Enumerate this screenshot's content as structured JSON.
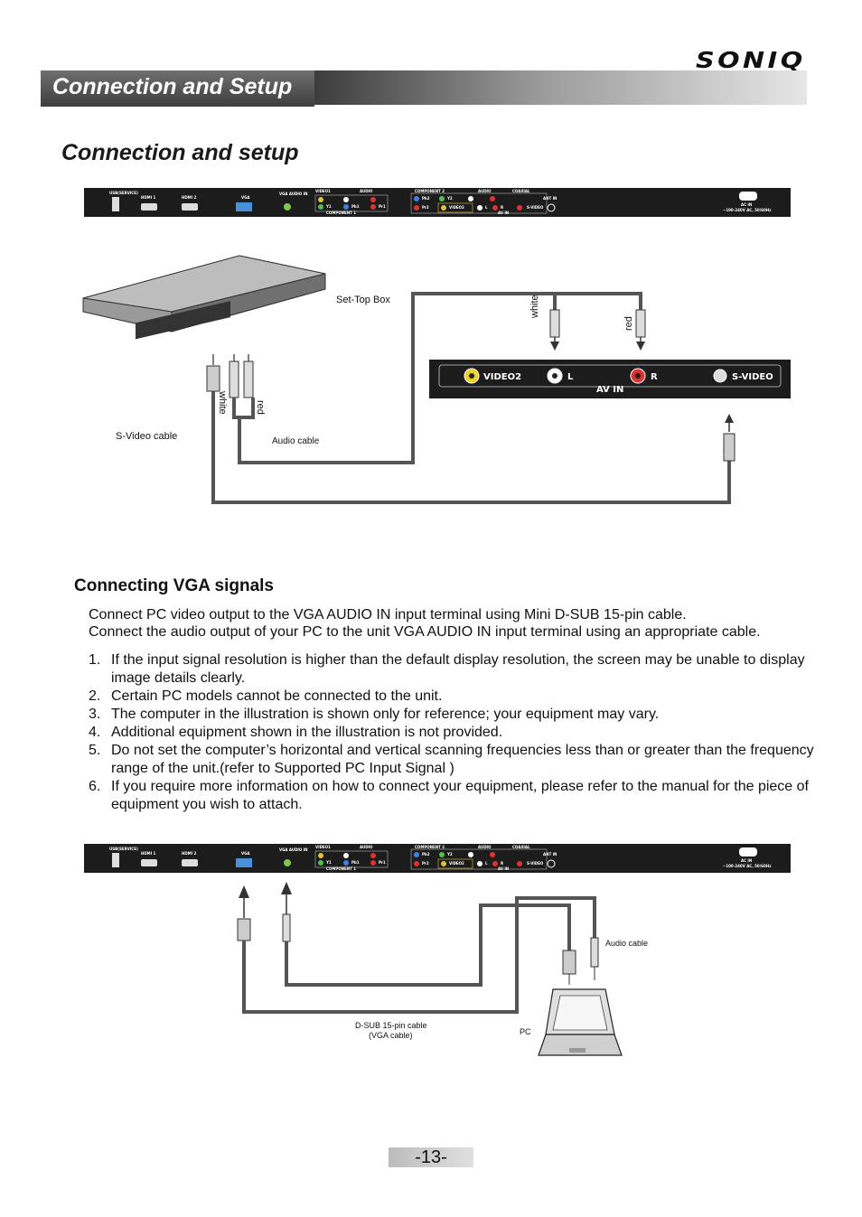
{
  "header": {
    "brand": "SONIQ",
    "banner_title": "Connection and Setup"
  },
  "section_title": "Connection and setup",
  "rear_panel": {
    "labels": [
      "USB(SERVICE)",
      "HDMI 1",
      "HDMI 2",
      "VGA",
      "VGA AUDIO IN",
      "VIDEO1",
      "AUDIO",
      "COMPONENT 1",
      "COMPONENT 2",
      "AUDIO",
      "COAXIAL",
      "ANT IN",
      "AV IN",
      "AC IN",
      "~100-240V AC, 50/60Hz"
    ],
    "jacks": [
      "Y1",
      "Pb1",
      "Pr1",
      "L",
      "R",
      "Pb2",
      "Y2",
      "Pr2",
      "VIDEO2",
      "L",
      "R",
      "S-VIDEO"
    ]
  },
  "diagram1": {
    "set_top_box_label": "Set-Top Box",
    "white_label": "white",
    "red_label": "red",
    "svideo_cable_label": "S-Video cable",
    "audio_cable_label": "Audio cable",
    "av_panel": {
      "video2": "VIDEO2",
      "l": "L",
      "r": "R",
      "svideo": "S-VIDEO",
      "av_in": "AV IN"
    }
  },
  "vga_section": {
    "title": "Connecting VGA signals",
    "intro": [
      "Connect PC video output to the VGA AUDIO IN input terminal using Mini D-SUB 15-pin cable.",
      "Connect the audio output of your PC to the unit VGA AUDIO IN input terminal using an appropriate cable."
    ],
    "notes": [
      {
        "num": "1.",
        "text": "If the input signal resolution is higher than the default display resolution, the screen may be unable to display image details clearly."
      },
      {
        "num": "2.",
        "text": "Certain PC models cannot be connected to the unit."
      },
      {
        "num": "3.",
        "text": "The computer in the illustration is shown only for reference; your equipment may vary."
      },
      {
        "num": "4.",
        "text": "Additional equipment shown in the illustration is not provided."
      },
      {
        "num": "5.",
        "text": "Do not set the computer’s horizontal and vertical scanning frequencies less than or greater than the frequency range of the unit.(refer to Supported PC Input Signal )"
      },
      {
        "num": "6.",
        "text": "If you require more information on how to connect your equipment, please refer to the manual for the piece of equipment you wish to attach."
      }
    ]
  },
  "diagram2": {
    "audio_cable_label": "Audio cable",
    "dsub_label_line1": "D-SUB 15-pin cable",
    "dsub_label_line2": "(VGA cable)",
    "pc_label": "PC"
  },
  "page_number": "-13-"
}
